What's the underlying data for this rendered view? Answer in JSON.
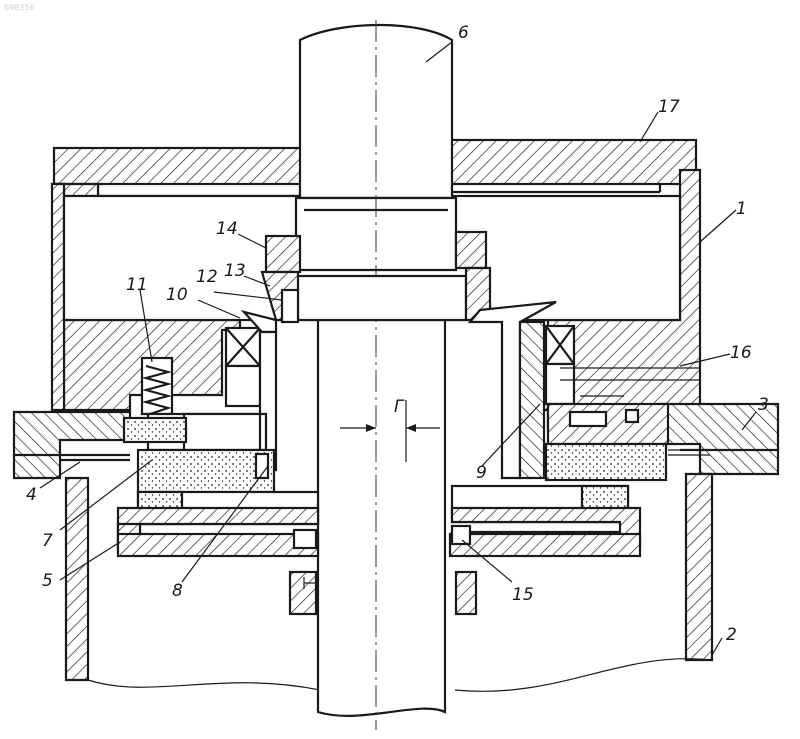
{
  "watermark": "698356",
  "labels": {
    "l1": "1",
    "l2": "2",
    "l3": "3",
    "l4": "4",
    "l5": "5",
    "l6": "6",
    "l7": "7",
    "l8": "8",
    "l9": "9",
    "l10": "10",
    "l11": "11",
    "l12": "12",
    "l13": "13",
    "l14": "14",
    "l15": "15",
    "l16": "16",
    "l17": "17",
    "gap": "Г"
  }
}
